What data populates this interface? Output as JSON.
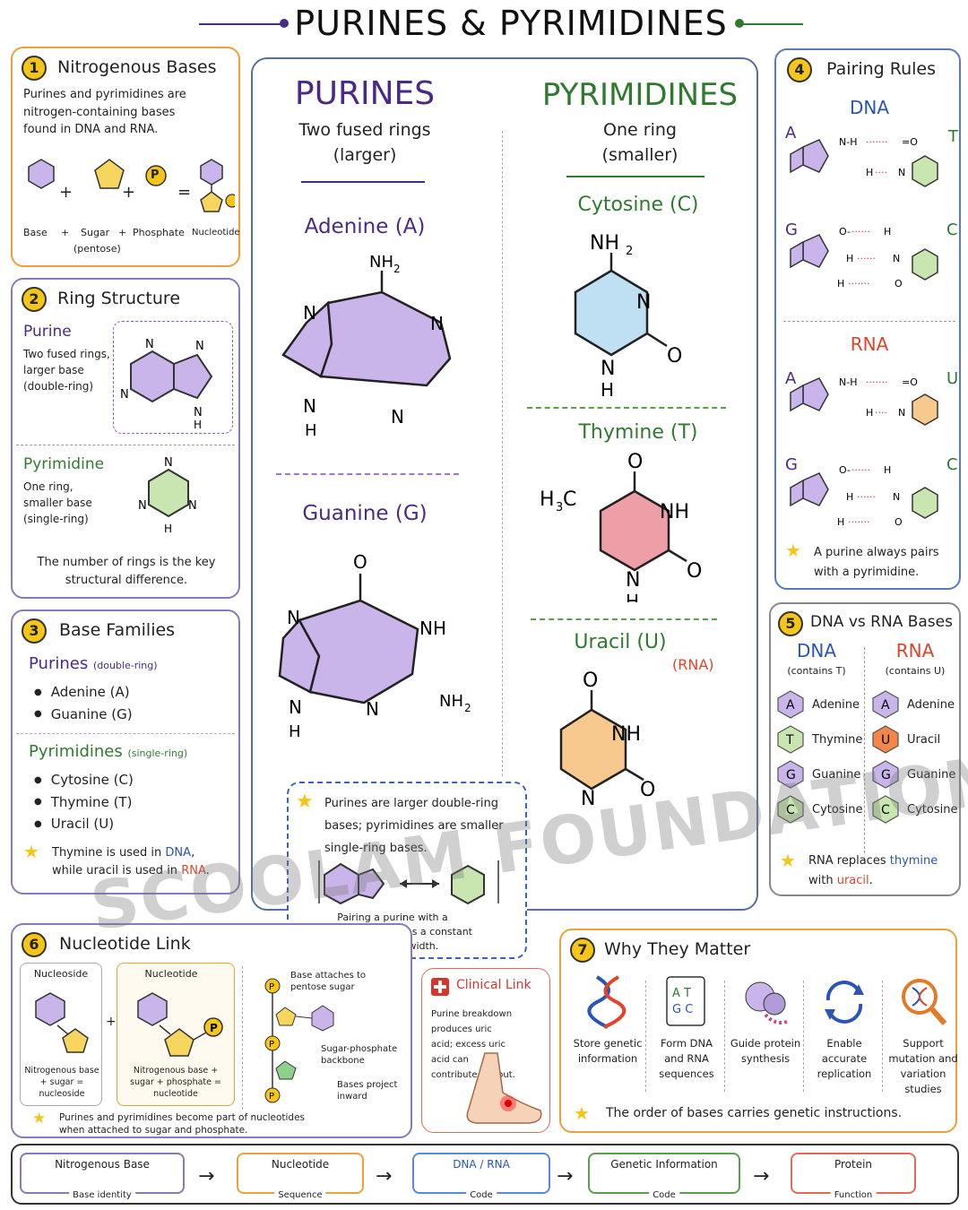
{
  "title": "PURINES & PYRIMIDINES",
  "colors": {
    "purine": "#c9b5ea",
    "pyrimidine": "#c9e6b0",
    "accent_yellow": "#f5c518",
    "dna_blue": "#2a54b8",
    "rna_red": "#e0442a",
    "purple_text": "#4a2a86",
    "green_text": "#2f7a2f"
  },
  "s1": {
    "num": "1",
    "title": "Nitrogenous Bases",
    "text": "Purines and pyrimidines are nitrogen-containing bases found in DNA and RNA.",
    "plus": "+",
    "equals": "=",
    "p": "P",
    "labels": {
      "base": "Base",
      "plus": "+",
      "sugar": "Sugar",
      "pentose": "(pentose)",
      "phosphate": "Phosphate",
      "nucleotide": "Nucleotide"
    }
  },
  "s2": {
    "num": "2",
    "title": "Ring Structure",
    "purine_title": "Purine",
    "purine_text": "Two fused rings, larger base (double-ring)",
    "pyrimidine_title": "Pyrimidine",
    "pyrimidine_text": "One ring, smaller base (single-ring)",
    "note": "The number of rings is the key structural difference."
  },
  "s3": {
    "num": "3",
    "title": "Base Families",
    "purines": "Purines",
    "purines_tag": "(double-ring)",
    "purine_items": [
      "Adenine (A)",
      "Guanine (G)"
    ],
    "pyrimidines": "Pyrimidines",
    "pyrimidines_tag": "(single-ring)",
    "pyrimidine_items": [
      "Cytosine (C)",
      "Thymine (T)",
      "Uracil (U)"
    ],
    "note_a": "Thymine is used in ",
    "note_dna": "DNA",
    "note_b": ",",
    "note_c": "while uracil is used in ",
    "note_rna": "RNA",
    "note_d": "."
  },
  "center": {
    "purines_title": "PURINES",
    "purines_sub1": "Two fused rings",
    "purines_sub2": "(larger)",
    "pyr_title": "PYRIMIDINES",
    "pyr_sub1": "One ring",
    "pyr_sub2": "(smaller)",
    "adenine": "Adenine (A)",
    "guanine": "Guanine (G)",
    "cytosine": "Cytosine (C)",
    "thymine": "Thymine (T)",
    "uracil": "Uracil (U)",
    "uracil_tag": "(RNA)",
    "note": "Purines are larger double-ring bases; pyrimidines are smaller single-ring bases.",
    "note2": "Pairing a purine with a pyrimidine maintains a constant nucleic acid width."
  },
  "s4": {
    "num": "4",
    "title": "Pairing Rules",
    "dna": "DNA",
    "rna": "RNA",
    "pairs_dna": [
      [
        "A",
        "T"
      ],
      [
        "G",
        "C"
      ]
    ],
    "pairs_rna": [
      [
        "A",
        "U"
      ],
      [
        "G",
        "C"
      ]
    ],
    "note": "A purine always pairs with a pyrimidine."
  },
  "s5": {
    "num": "5",
    "title": "DNA vs RNA Bases",
    "dna": "DNA",
    "dna_sub": "(contains T)",
    "rna": "RNA",
    "rna_sub": "(contains U)",
    "dna_bases": [
      {
        "l": "A",
        "n": "Adenine"
      },
      {
        "l": "T",
        "n": "Thymine"
      },
      {
        "l": "G",
        "n": "Guanine"
      },
      {
        "l": "C",
        "n": "Cytosine"
      }
    ],
    "rna_bases": [
      {
        "l": "A",
        "n": "Adenine"
      },
      {
        "l": "U",
        "n": "Uracil"
      },
      {
        "l": "G",
        "n": "Guanine"
      },
      {
        "l": "C",
        "n": "Cytosine"
      }
    ],
    "note_a": "RNA replaces ",
    "note_thy": "thymine",
    "note_b": "with ",
    "note_ura": "uracil",
    "note_c": "."
  },
  "s6": {
    "num": "6",
    "title": "Nucleotide Link",
    "nucleoside": "Nucleoside",
    "nucleoside_desc": "Nitrogenous base + sugar = nucleoside",
    "nucleotide": "Nucleotide",
    "nucleotide_desc": "Nitrogenous base + sugar + phosphate = nucleotide",
    "attach": "Base attaches to pentose sugar",
    "backbone": "Sugar-phosphate backbone",
    "inward": "Bases project inward",
    "clinical_title": "Clinical Link",
    "clinical_text": "Purine breakdown produces uric acid; excess uric acid can contribute to gout.",
    "note": "Purines and pyrimidines become part of nucleotides when attached to sugar and phosphate."
  },
  "s7": {
    "num": "7",
    "title": "Why They Matter",
    "items": [
      "Store genetic information",
      "Form DNA and RNA sequences",
      "Guide protein synthesis",
      "Enable accurate replication",
      "Support mutation and variation studies"
    ],
    "note": "The order of bases carries genetic instructions."
  },
  "flow": [
    {
      "label": "Nitrogenous Base",
      "sub": "Base identity"
    },
    {
      "label": "Nucleotide",
      "sub": "Sequence"
    },
    {
      "label": "DNA / RNA",
      "sub": "Code"
    },
    {
      "label": "Genetic Information",
      "sub": "Code"
    },
    {
      "label": "Protein",
      "sub": "Function"
    }
  ],
  "watermark": "SCOOLAM FOUNDATION"
}
